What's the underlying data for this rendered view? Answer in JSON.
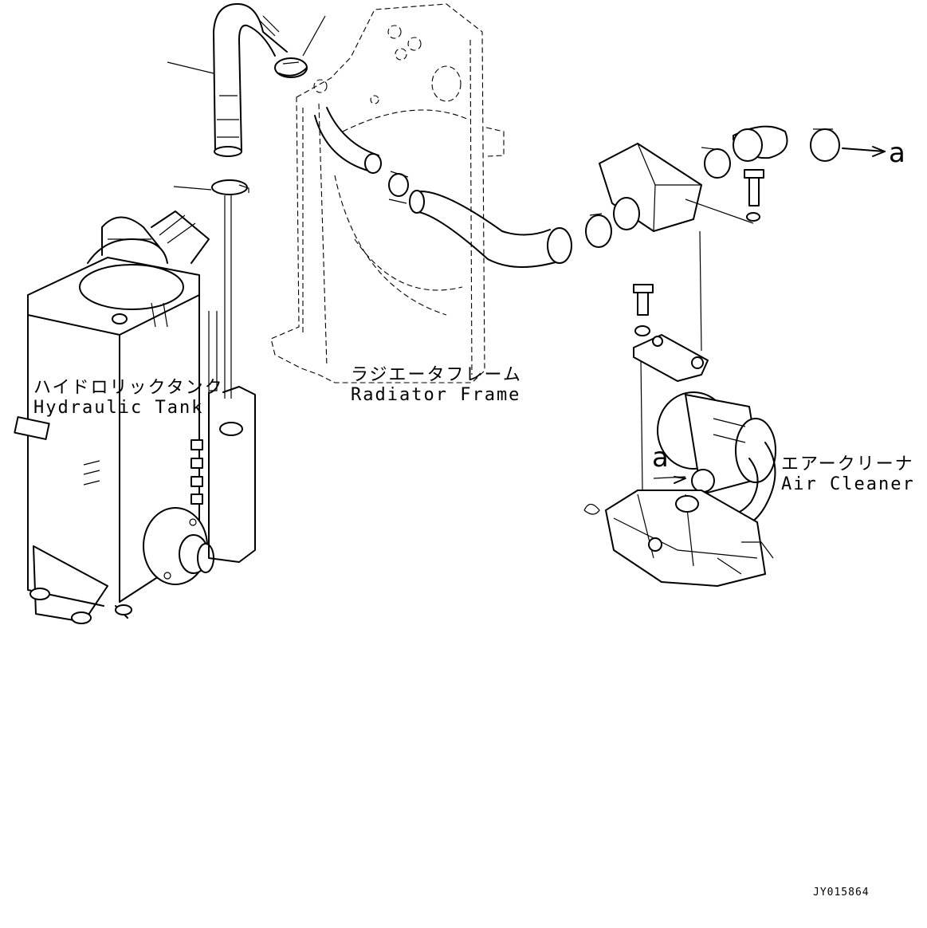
{
  "labels": {
    "hydraulic_tank_jp": "ハイドロリックタンク",
    "hydraulic_tank_en": "Hydraulic Tank",
    "radiator_frame_jp": "ラジエータフレーム",
    "radiator_frame_en": "Radiator Frame",
    "air_cleaner_jp": "エアークリーナ",
    "air_cleaner_en": "Air Cleaner",
    "ref_a_top": "a",
    "ref_a_bottom": "a"
  },
  "document_id": "JY015864"
}
